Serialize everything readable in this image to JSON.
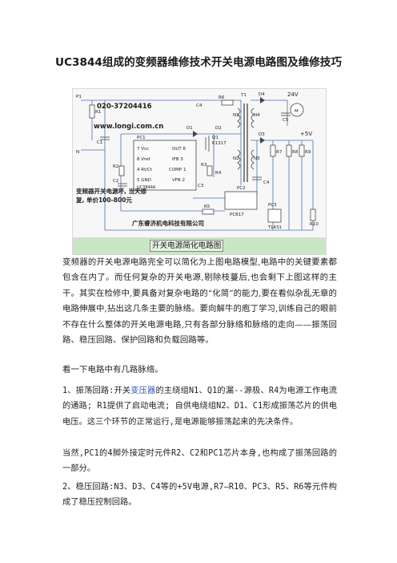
{
  "title": "UC3844组成的变频器维修技术开关电源电路图及维修技巧",
  "figure": {
    "caption": "开关电源简化电路图",
    "phone": "020-37204416",
    "website": "www.longi.com.cn",
    "note_line1": "变频器开关电源坏, 当天修",
    "note_line2": "复, 单价100-800元",
    "company": "广东睿济机电科技有限公司",
    "labels": {
      "p1": "P1",
      "r1": "R1",
      "c1": "C1",
      "n": "N",
      "c4": "C4",
      "r6": "R6",
      "t1": "T1",
      "d4": "D4",
      "v24": "24V",
      "m": "M",
      "n1": "N1",
      "n4": "N4",
      "c5": "C5",
      "d2": "D2",
      "d1": "D1",
      "d3": "D3",
      "v5": "+5V",
      "n2": "N2",
      "n3": "N3",
      "r7": "R7",
      "r8": "R8",
      "r9": "R9",
      "c4b": "C4",
      "q1": "Q1",
      "k1317": "K1317",
      "pc1": "PC1",
      "vcc": "7 Vcc",
      "out": "OUT 6",
      "vref": "8 Vref",
      "ifb": "IFB 3",
      "rtct": "4 Rt/Ct",
      "comp": "COMP 1",
      "gnd": "5 GND",
      "vfb": "VFB 2",
      "uc": "UC3844A",
      "r2": "R2",
      "c2": "C2",
      "r3": "R3",
      "r4": "R4",
      "c3": "C3",
      "r5": "R5",
      "pc2": "PC2",
      "pc817": "PC817",
      "r10": "R10",
      "pc3": "PC3",
      "tl431": "TL431"
    }
  },
  "paragraphs": {
    "p1": "变频器的开关电源电路完全可以简化为上图电路模型,电路中的关键要素都包含在内了。而任何复杂的开关电源,剔除枝蔓后,也会剩下上图这样的主干。其实在检修中,要具备对复杂电路的“化简”的能力,要在看似杂乱无章的电路伸展中,拈出这几条主要的脉络。要向解牛的庖丁学习,训练自己的眼前不存在什么整体的开关电源电路,只有各部分脉络和脉络的走向——振荡回路、稳压回路、保护回路和负载回路等。",
    "p2": "看一下电路中有几路脉络。",
    "p3_pre": "1、振荡回路:开关",
    "p3_link": "变压器",
    "p3_post": "的主绕组N1、Q1的漏--源极、R4为电源工作电流的通路; R1提供了启动电流; 自供电绕组N2、D1、C1形成振荡芯片的供电电压。这三个环节的正常运行,是电源能够振荡起来的先决条件。",
    "p4": "当然,PC1的4脚外接定时元件R2、C2和PC1芯片本身,也构成了振荡回路的一部分。",
    "p5": "2、稳压回路:N3、D3、C4等的+5V电源,R7—R10、PC3、R5、R6等元件构成了稳压控制回路。"
  }
}
